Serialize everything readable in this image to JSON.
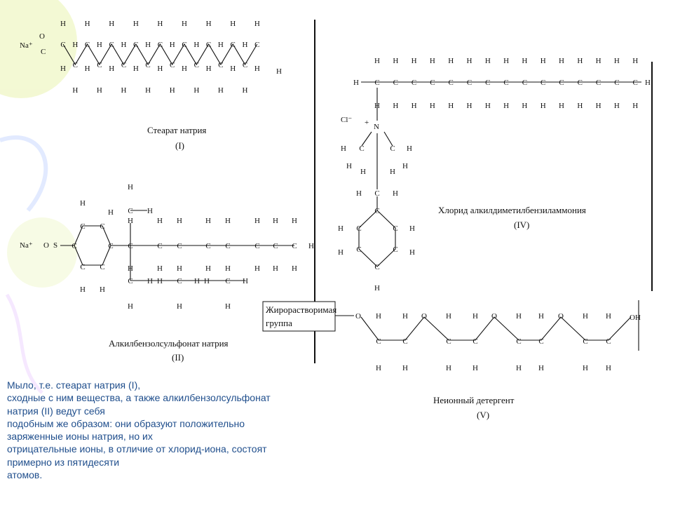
{
  "structures": {
    "s1": {
      "name": "Стеарат натрия",
      "num": "(I)"
    },
    "s2": {
      "name": "Алкилбензолсульфонат натрия",
      "num": "(II)"
    },
    "s4": {
      "name": "Хлорид алкилдиметилбензиламмония",
      "num": "(IV)"
    },
    "s5": {
      "name": "Неионный детергент",
      "num": "(V)"
    }
  },
  "group_box": {
    "line1": "Жирорастворимая",
    "line2": "группа"
  },
  "ions": {
    "na": "Na⁺",
    "cl": "Cl⁻",
    "plus": "+"
  },
  "atoms": {
    "C": "C",
    "H": "H",
    "O": "O",
    "S": "S",
    "N": "N",
    "OH": "OH"
  },
  "caption": [
    "Мыло, т.е. стеарат натрия (I),",
    "сходные с ним вещества, а также алкилбензолсульфонат",
    "натрия (II) ведут себя",
    "подобным же образом: они образуют положительно",
    "заряженные ионы натрия, но их",
    "отрицательные ионы, в отличие от хлорид-иона, состоят",
    "примерно из пятидесяти",
    "атомов."
  ],
  "colors": {
    "caption": "#1f4e8c",
    "decoration": "#f3f7c0"
  }
}
